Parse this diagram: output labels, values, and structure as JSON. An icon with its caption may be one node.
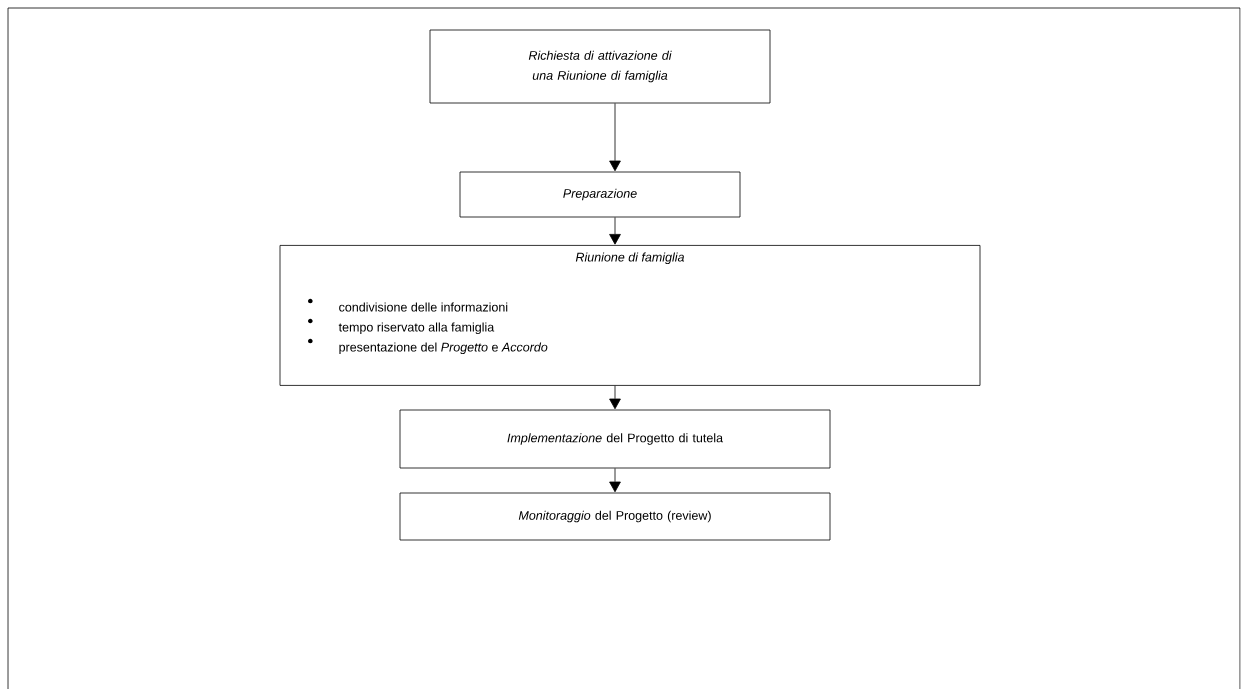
{
  "diagram": {
    "nodes": [
      {
        "text": [
          "Richiesta di attivazione di una Riunione di famiglia"
        ]
      },
      {
        "text": [
          "Preparazione"
        ]
      },
      {
        "text": [
          "Riunione di famiglia",
          "condivisione delle informazioni",
          "tempo riservato alla famiglia",
          "presentazione del *Progetto* e *Accordo*"
        ]
      },
      {
        "text": [
          "*Implementazione* del Progetto di tutela"
        ]
      },
      {
        "text": [
          "*Monitoraggio* del Progetto (review)"
        ]
      }
    ],
    "edges": [
      {
        "from": 0,
        "to": 1,
        "arrow": "to"
      },
      {
        "from": 1,
        "to": 2,
        "arrow": "to"
      },
      {
        "from": 2,
        "to": 3,
        "arrow": "to"
      },
      {
        "from": 3,
        "to": 4,
        "arrow": "to"
      }
    ]
  }
}
